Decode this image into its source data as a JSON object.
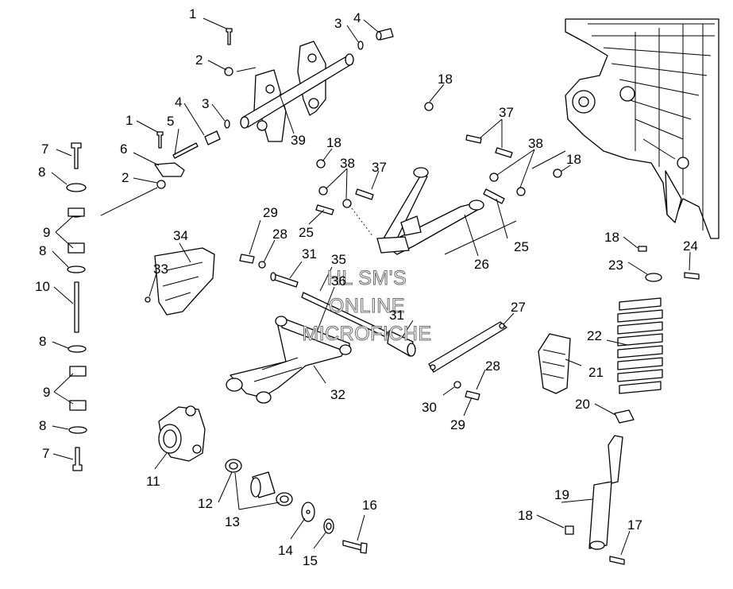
{
  "watermark": {
    "line1": "HL SM'S",
    "line2": "ONLINE",
    "line3": "MICROFICHE"
  },
  "callouts": [
    {
      "id": "c1a",
      "text": "1"
    },
    {
      "id": "c1b",
      "text": "1"
    },
    {
      "id": "c2a",
      "text": "2"
    },
    {
      "id": "c2b",
      "text": "2"
    },
    {
      "id": "c3a",
      "text": "3"
    },
    {
      "id": "c3b",
      "text": "3"
    },
    {
      "id": "c4a",
      "text": "4"
    },
    {
      "id": "c4b",
      "text": "4"
    },
    {
      "id": "c5",
      "text": "5"
    },
    {
      "id": "c6",
      "text": "6"
    },
    {
      "id": "c7a",
      "text": "7"
    },
    {
      "id": "c7b",
      "text": "7"
    },
    {
      "id": "c8a",
      "text": "8"
    },
    {
      "id": "c8b",
      "text": "8"
    },
    {
      "id": "c8c",
      "text": "8"
    },
    {
      "id": "c8d",
      "text": "8"
    },
    {
      "id": "c9a",
      "text": "9"
    },
    {
      "id": "c9b",
      "text": "9"
    },
    {
      "id": "c10",
      "text": "10"
    },
    {
      "id": "c11",
      "text": "11"
    },
    {
      "id": "c12",
      "text": "12"
    },
    {
      "id": "c13",
      "text": "13"
    },
    {
      "id": "c14",
      "text": "14"
    },
    {
      "id": "c15",
      "text": "15"
    },
    {
      "id": "c16",
      "text": "16"
    },
    {
      "id": "c17",
      "text": "17"
    },
    {
      "id": "c18a",
      "text": "18"
    },
    {
      "id": "c18b",
      "text": "18"
    },
    {
      "id": "c18c",
      "text": "18"
    },
    {
      "id": "c18d",
      "text": "18"
    },
    {
      "id": "c18e",
      "text": "18"
    },
    {
      "id": "c19",
      "text": "19"
    },
    {
      "id": "c20",
      "text": "20"
    },
    {
      "id": "c21",
      "text": "21"
    },
    {
      "id": "c22",
      "text": "22"
    },
    {
      "id": "c23",
      "text": "23"
    },
    {
      "id": "c24",
      "text": "24"
    },
    {
      "id": "c25a",
      "text": "25"
    },
    {
      "id": "c25b",
      "text": "25"
    },
    {
      "id": "c26",
      "text": "26"
    },
    {
      "id": "c27",
      "text": "27"
    },
    {
      "id": "c28a",
      "text": "28"
    },
    {
      "id": "c28b",
      "text": "28"
    },
    {
      "id": "c29a",
      "text": "29"
    },
    {
      "id": "c29b",
      "text": "29"
    },
    {
      "id": "c30",
      "text": "30"
    },
    {
      "id": "c31a",
      "text": "31"
    },
    {
      "id": "c31b",
      "text": "31"
    },
    {
      "id": "c32",
      "text": "32"
    },
    {
      "id": "c33",
      "text": "33"
    },
    {
      "id": "c34",
      "text": "34"
    },
    {
      "id": "c35",
      "text": "35"
    },
    {
      "id": "c36",
      "text": "36"
    },
    {
      "id": "c37a",
      "text": "37"
    },
    {
      "id": "c37b",
      "text": "37"
    },
    {
      "id": "c38a",
      "text": "38"
    },
    {
      "id": "c38b",
      "text": "38"
    },
    {
      "id": "c39",
      "text": "39"
    }
  ]
}
